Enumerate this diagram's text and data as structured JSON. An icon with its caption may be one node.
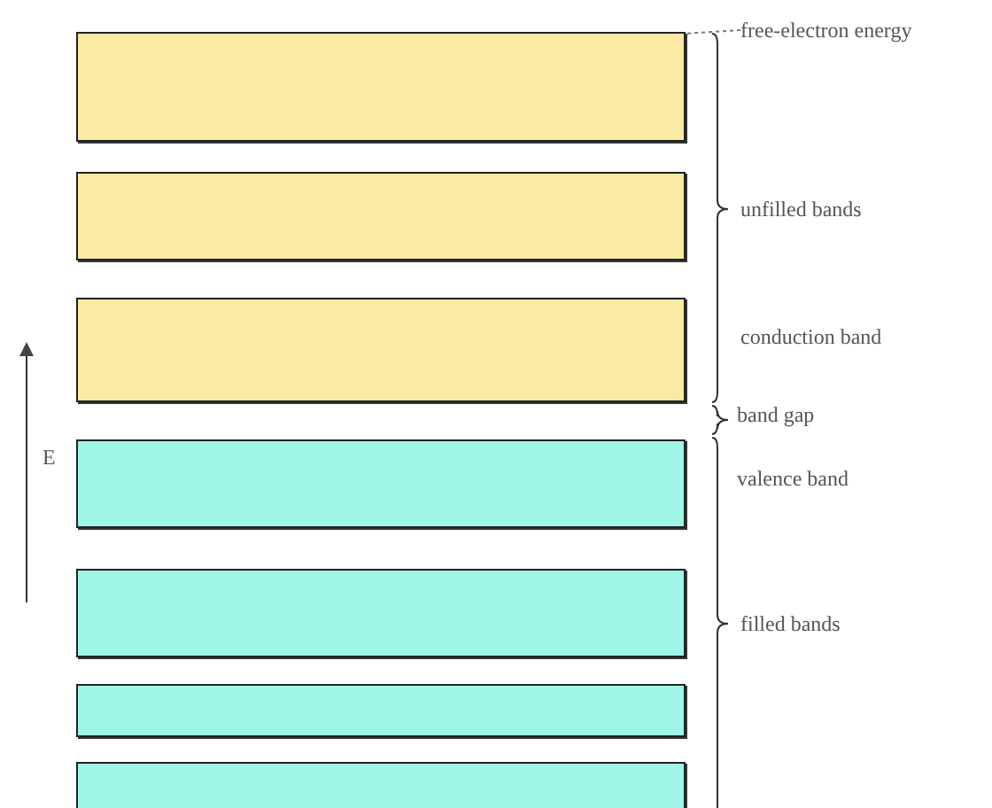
{
  "diagram": {
    "nodes": [
      {
        "text": [
          "free-electron energy"
        ]
      },
      {
        "text": [],
        "shape": "bar"
      },
      {
        "text": [],
        "shape": "bar"
      },
      {
        "text": [],
        "shape": "bar"
      },
      {
        "text": [],
        "shape": "bar"
      },
      {
        "text": [],
        "shape": "bar"
      },
      {
        "text": [],
        "shape": "bar"
      },
      {
        "text": [],
        "shape": "bar"
      }
    ],
    "edges": [
      {
        "from": 0,
        "to": 1,
        "arrow": "none",
        "style": "dashed"
      }
    ],
    "labels": [
      "unfilled bands",
      "conduction band",
      "band gap",
      "E",
      "valence band",
      "filled bands"
    ]
  }
}
